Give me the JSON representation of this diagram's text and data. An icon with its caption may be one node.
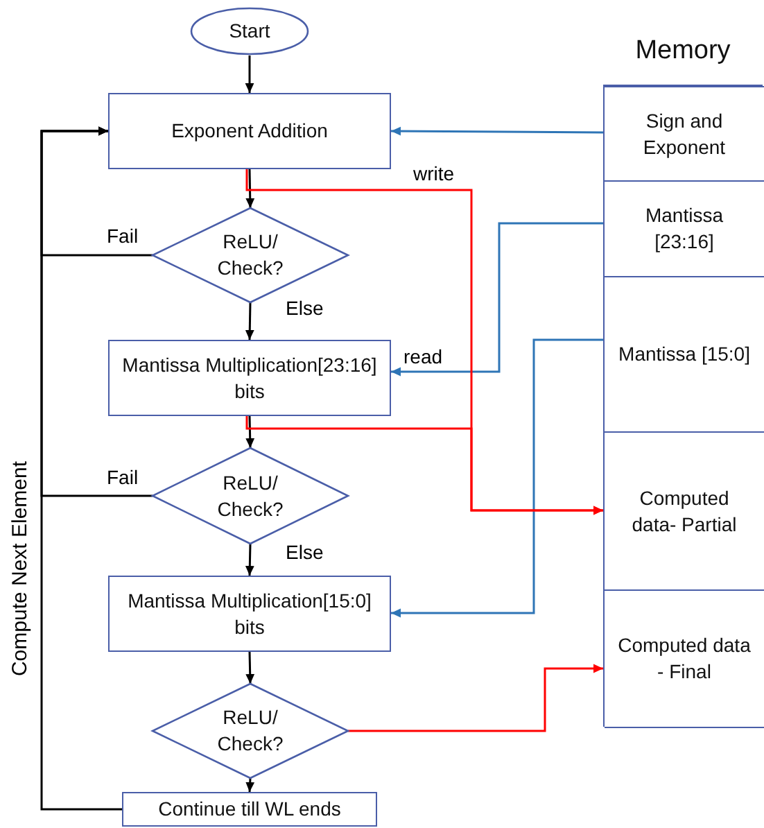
{
  "diagram": {
    "nodes": [
      {
        "text": [
          "Start"
        ]
      },
      {
        "text": [
          "Exponent Addition"
        ]
      },
      {
        "text": [
          "ReLU/ Check?"
        ]
      },
      {
        "text": [
          "Mantissa Multiplication[23:16] bits"
        ]
      },
      {
        "text": [
          "ReLU/ Check?"
        ]
      },
      {
        "text": [
          "Mantissa Multiplication[15:0] bits"
        ]
      },
      {
        "text": [
          "ReLU/ Check?"
        ]
      },
      {
        "text": [
          "Continue till WL ends"
        ]
      },
      {
        "text": [
          "Memory"
        ]
      },
      {
        "text": [
          "Sign and Exponent"
        ],
        "in": 8
      },
      {
        "text": [
          "Mantissa [23:16]"
        ],
        "in": 8
      },
      {
        "text": [
          "Mantissa [15:0]"
        ],
        "in": 8
      },
      {
        "text": [
          "Computed data- Partial"
        ],
        "in": 8
      },
      {
        "text": [
          "Computed data - Final"
        ],
        "in": 8
      }
    ],
    "edges": [
      {
        "from": 0,
        "to": 1,
        "arrow": "to"
      },
      {
        "from": 1,
        "to": 2,
        "arrow": "to"
      },
      {
        "from": 2,
        "to": 3,
        "arrow": "to",
        "label": "Else"
      },
      {
        "from": 3,
        "to": 4,
        "arrow": "to"
      },
      {
        "from": 4,
        "to": 5,
        "arrow": "to",
        "label": "Else"
      },
      {
        "from": 5,
        "to": 6,
        "arrow": "to"
      },
      {
        "from": 6,
        "to": 7,
        "arrow": "to"
      },
      {
        "from": 2,
        "to": 1,
        "arrow": "to",
        "label": "Fail"
      },
      {
        "from": 4,
        "to": 1,
        "arrow": "to",
        "label": "Fail"
      },
      {
        "from": 7,
        "to": 1,
        "arrow": "to"
      },
      {
        "from": 9,
        "to": 1,
        "arrow": "to",
        "color": "#2e75b6"
      },
      {
        "from": 10,
        "to": 3,
        "arrow": "to",
        "label": "read",
        "color": "#2e75b6"
      },
      {
        "from": 11,
        "to": 5,
        "arrow": "to",
        "color": "#2e75b6"
      },
      {
        "from": 1,
        "to": 12,
        "arrow": "to",
        "label": "write",
        "color": "#ff0000"
      },
      {
        "from": 3,
        "to": 12,
        "arrow": "to",
        "color": "#ff0000"
      },
      {
        "from": 6,
        "to": 13,
        "arrow": "to",
        "color": "#ff0000"
      }
    ],
    "labels": [
      "Compute Next Element"
    ]
  }
}
